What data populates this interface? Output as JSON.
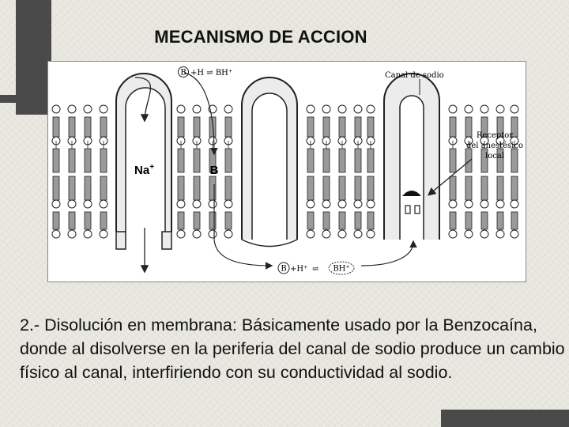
{
  "slide": {
    "title": "MECANISMO DE ACCION",
    "body_text": "2.- Disolución en membrana: Básicamente usado por la Benzocaína, donde al disolverse en la periferia del canal de sodio produce un cambio físico al canal, interfiriendo con su conductividad al sodio."
  },
  "figure": {
    "top_equation": {
      "base": "B",
      "rest": "+H ⇌ BH⁺"
    },
    "bottom_equation": {
      "base": "B",
      "plus": "H⁺",
      "arrow": "⇌",
      "acid": "BH⁺"
    },
    "channel_label": "Canal de sodio",
    "receptor_label": [
      "Receptor",
      "del anestésico",
      "local"
    ],
    "ion_label": "Na",
    "ion_sup": "+",
    "drug_label": "B"
  },
  "colors": {
    "ink": "#222222",
    "lipid_fill": "#9a9a9a",
    "channel_fill": "#ececec"
  }
}
